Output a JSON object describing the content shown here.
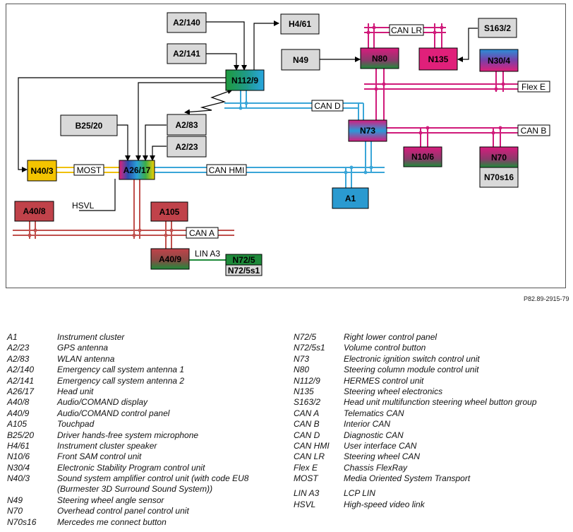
{
  "colors": {
    "can_blue": "#3aa6d8",
    "can_pink": "#d01a7a",
    "can_red": "#c0504d",
    "most_yellow": "#f0c000",
    "lin_green": "#1e8a3a",
    "box_grey": "#d9d9d9"
  },
  "components": {
    "A2_140": "A2/140",
    "A2_141": "A2/141",
    "H4_61": "H4/61",
    "N112_9": "N112/9",
    "B25_20": "B25/20",
    "A2_83": "A2/83",
    "A2_23": "A2/23",
    "N40_3": "N40/3",
    "A26_17": "A26/17",
    "A40_8": "A40/8",
    "A105": "A105",
    "A40_9": "A40/9",
    "N72_5": "N72/5",
    "N72_5s1": "N72/5s1",
    "N49": "N49",
    "N80": "N80",
    "N135": "N135",
    "S163_2": "S163/2",
    "N30_4": "N30/4",
    "N73": "N73",
    "N10_6": "N10/6",
    "N70": "N70",
    "N70s16": "N70s16",
    "A1": "A1"
  },
  "bus_labels": {
    "can_lr": "CAN LR",
    "flex_e": "Flex E",
    "can_d": "CAN D",
    "can_b": "CAN B",
    "can_hmi": "CAN HMI",
    "most": "MOST",
    "hsvl": "HSVL",
    "can_a": "CAN A",
    "lin_a3": "LIN A3"
  },
  "figure_ref": "P82.89-2915-79",
  "legend_left": [
    {
      "code": "A1",
      "desc": "Instrument cluster"
    },
    {
      "code": "A2/23",
      "desc": "GPS antenna"
    },
    {
      "code": "A2/83",
      "desc": "WLAN antenna"
    },
    {
      "code": "A2/140",
      "desc": "Emergency call system antenna 1"
    },
    {
      "code": "A2/141",
      "desc": "Emergency call system antenna 2"
    },
    {
      "code": "A26/17",
      "desc": "Head unit"
    },
    {
      "code": "A40/8",
      "desc": "Audio/COMAND display"
    },
    {
      "code": "A40/9",
      "desc": "Audio/COMAND control panel"
    },
    {
      "code": "A105",
      "desc": "Touchpad"
    },
    {
      "code": "B25/20",
      "desc": "Driver hands-free system microphone"
    },
    {
      "code": "H4/61",
      "desc": "Instrument cluster speaker"
    },
    {
      "code": "N10/6",
      "desc": "Front SAM control unit"
    },
    {
      "code": "N30/4",
      "desc": "Electronic Stability Program control unit"
    },
    {
      "code": "N40/3",
      "desc": "Sound system amplifier control unit (with code EU8\n(Burmester 3D Surround Sound System))"
    },
    {
      "code": "N49",
      "desc": "Steering wheel angle sensor"
    },
    {
      "code": "N70",
      "desc": "Overhead control panel control unit"
    },
    {
      "code": "N70s16",
      "desc": "Mercedes me connect button"
    }
  ],
  "legend_right": [
    {
      "code": "N72/5",
      "desc": "Right lower control panel"
    },
    {
      "code": "N72/5s1",
      "desc": "Volume control button"
    },
    {
      "code": "N73",
      "desc": "Electronic ignition switch control unit"
    },
    {
      "code": "N80",
      "desc": "Steering column module control unit"
    },
    {
      "code": "N112/9",
      "desc": "HERMES control unit"
    },
    {
      "code": "N135",
      "desc": "Steering wheel electronics"
    },
    {
      "code": "S163/2",
      "desc": "Head unit multifunction steering wheel button group"
    },
    {
      "code": "CAN A",
      "desc": "Telematics CAN"
    },
    {
      "code": "CAN B",
      "desc": "Interior CAN"
    },
    {
      "code": "CAN D",
      "desc": "Diagnostic CAN"
    },
    {
      "code": "CAN HMI",
      "desc": "User interface CAN"
    },
    {
      "code": "CAN LR",
      "desc": "Steering wheel CAN"
    },
    {
      "code": "Flex E",
      "desc": "Chassis FlexRay"
    },
    {
      "code": "MOST",
      "desc": "Media Oriented System Transport"
    },
    {
      "code": "LIN A3",
      "desc": "LCP LIN"
    },
    {
      "code": "HSVL",
      "desc": "High-speed video link"
    }
  ]
}
